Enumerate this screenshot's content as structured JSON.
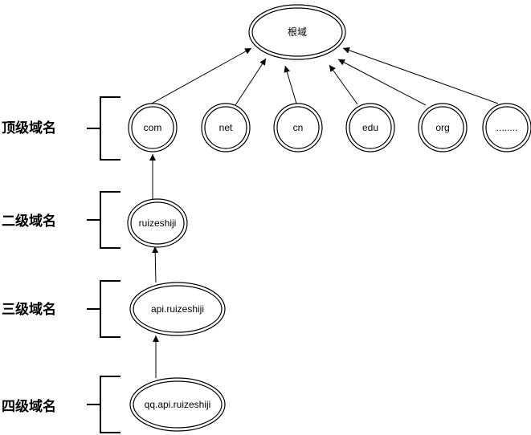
{
  "nodes": {
    "root": "根域",
    "com": "com",
    "net": "net",
    "cn": "cn",
    "edu": "edu",
    "org": "org",
    "more": "........",
    "second": "ruizeshiji",
    "third": "api.ruizeshiji",
    "fourth": "qq.api.ruizeshiji"
  },
  "levels": {
    "top": "顶级域名",
    "second": "二级域名",
    "third": "三级域名",
    "fourth": "四级域名"
  }
}
